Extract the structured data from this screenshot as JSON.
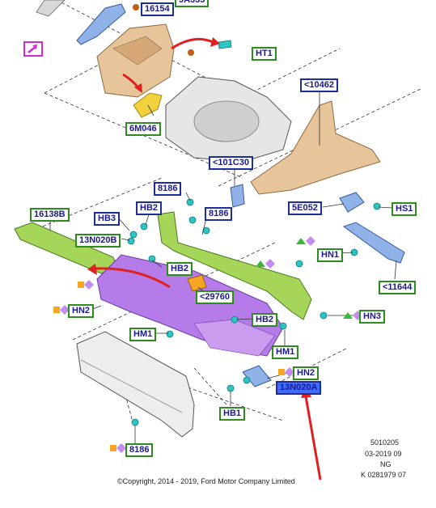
{
  "callouts": {
    "c16154": "16154",
    "c9a335": "9A335",
    "ht1": "HT1",
    "c6m046": "6M046",
    "c10462": "<10462",
    "c101c30": "<101C30",
    "c8186a": "8186",
    "c8186b": "8186",
    "c8186c": "8186",
    "c16138b": "16138B",
    "hb3": "HB3",
    "hb2a": "HB2",
    "hb2b": "HB2",
    "hb2c": "HB2",
    "c13n020b": "13N020B",
    "c5e052": "5E052",
    "hs1": "HS1",
    "hn1": "HN1",
    "c11644": "<11644",
    "c29760": "<29760",
    "hn2a": "HN2",
    "hn2b": "HN2",
    "hn3": "HN3",
    "hm1a": "HM1",
    "hm1b": "HM1",
    "c13n020a": "13N020A",
    "hb1": "HB1"
  },
  "footer": {
    "copyright": "©Copyright, 2014 - 2019, Ford Motor Company Limited",
    "code": "5010205",
    "date": "03-2019 09",
    "region": "NG",
    "ref": "K 0281979 07"
  },
  "colors": {
    "accent_red": "#e02020",
    "highlight_blue": "#3f6cff",
    "callout_green": "#2e8b1e",
    "callout_blue": "#1c2d9e",
    "part_green": "#8cc63f",
    "part_purple": "#b57be8",
    "part_tan": "#e8c49a",
    "clip_cyan": "#2ec4c4",
    "marker_orange": "#f5a623",
    "marker_violet": "#c58cf0",
    "marker_green": "#3cb83c"
  },
  "icons": {
    "nav": "expand-arrow-icon"
  }
}
